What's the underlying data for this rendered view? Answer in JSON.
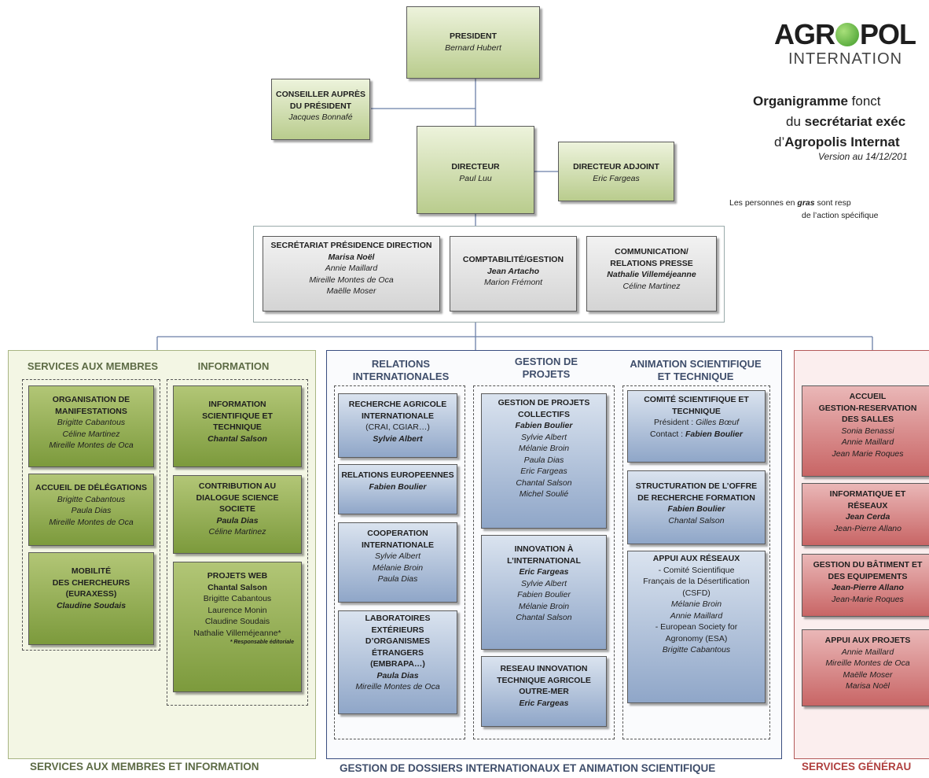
{
  "logo": {
    "text_left": "AGR",
    "text_right": "POL",
    "sub": "INTERNATION"
  },
  "title": {
    "l1_a": "Organigramme",
    "l1_b": " fonct",
    "l2_a": "du ",
    "l2_b": "secrétariat exéc",
    "l3_a": "d’",
    "l3_b": "Agropolis Internat",
    "version": "Version au 14/12/201",
    "note_a": "Les personnes en ",
    "note_b": "gras",
    "note_c": " sont resp",
    "note_2": "de l’action spécifique"
  },
  "top": {
    "president": {
      "title": "PRESIDENT",
      "name": "Bernard Hubert"
    },
    "conseiller": {
      "title1": "CONSEILLER AUPRÈS",
      "title2": "DU PRÉSIDENT",
      "name": "Jacques Bonnafé"
    },
    "directeur": {
      "title": "DIRECTEUR",
      "name": "Paul Luu"
    },
    "adjoint": {
      "title": "DIRECTEUR ADJOINT",
      "name": "Eric Fargeas"
    }
  },
  "admin": {
    "secretariat": {
      "title": "SECRÉTARIAT PRÉSIDENCE DIRECTION",
      "lead": "Marisa Noël",
      "members": [
        "Annie Maillard",
        "Mireille Montes de Oca",
        "Maëlle Moser"
      ]
    },
    "compta": {
      "title": "COMPTABILITÉ/GESTION",
      "lead": "Jean Artacho",
      "members": [
        "Marion Frémont"
      ]
    },
    "comm": {
      "title1": "COMMUNICATION/",
      "title2": "RELATIONS PRESSE",
      "lead": "Nathalie Villeméjeanne",
      "members": [
        "Céline Martinez"
      ]
    }
  },
  "membres": {
    "head_left": "SERVICES AUX MEMBRES",
    "head_right": "INFORMATION",
    "footer": "SERVICES AUX MEMBRES ET INFORMATION",
    "org": {
      "t1": "ORGANISATION DE",
      "t2": "MANIFESTATIONS",
      "members": [
        "Brigitte Cabantous",
        "Céline Martinez",
        "Mireille Montes de Oca"
      ]
    },
    "accueil": {
      "t1": "ACCUEIL DE DÉLÉGATIONS",
      "members": [
        "Brigitte Cabantous",
        "Paula Dias",
        "Mireille Montes de Oca"
      ]
    },
    "mobilite": {
      "t1": "MOBILITÉ",
      "t2": "DES CHERCHEURS",
      "t3": "(EURAXESS)",
      "lead": "Claudine Soudais"
    },
    "info_sci": {
      "t1": "INFORMATION",
      "t2": "SCIENTIFIQUE ET",
      "t3": "TECHNIQUE",
      "lead": "Chantal Salson"
    },
    "contrib": {
      "t1": "CONTRIBUTION AU",
      "t2": "DIALOGUE SCIENCE",
      "t3": "SOCIETE",
      "lead": "Paula Dias",
      "members": [
        "Céline Martinez"
      ]
    },
    "web": {
      "t1": "PROJETS WEB",
      "members": [
        "Chantal Salson",
        "Brigitte Cabantous",
        "Laurence Monin",
        "Claudine Soudais",
        "Nathalie Villeméjeanne*"
      ],
      "note": "* Responsable éditoriale"
    }
  },
  "dossiers": {
    "head_rel1": "RELATIONS",
    "head_rel2": "INTERNATIONALES",
    "head_gest1": "GESTION DE",
    "head_gest2": "PROJETS",
    "head_anim1": "ANIMATION SCIENTIFIQUE",
    "head_anim2": "ET TECHNIQUE",
    "footer": "GESTION DE DOSSIERS INTERNATIONAUX ET ANIMATION SCIENTIFIQUE",
    "recherche": {
      "t1": "RECHERCHE AGRICOLE",
      "t2": "INTERNATIONALE",
      "t3": "(CRAI, CGIAR…)",
      "lead": "Sylvie Albert"
    },
    "europe": {
      "t1": "RELATIONS EUROPEENNES",
      "lead": "Fabien Boulier"
    },
    "coop": {
      "t1": "COOPERATION",
      "t2": "INTERNATIONALE",
      "members": [
        "Sylvie Albert",
        "Mélanie Broin",
        "Paula Dias"
      ]
    },
    "labos": {
      "t1": "LABORATOIRES",
      "t2": "EXTÉRIEURS",
      "t3": "D’ORGANISMES",
      "t4": "ÉTRANGERS",
      "t5": "(EMBRAPA…)",
      "lead": "Paula Dias",
      "members": [
        "Mireille Montes de Oca"
      ]
    },
    "gestion": {
      "t1": "GESTION DE PROJETS",
      "t2": "COLLECTIFS",
      "lead": "Fabien Boulier",
      "members": [
        "Sylvie Albert",
        "Mélanie Broin",
        "Paula Dias",
        "Eric Fargeas",
        "Chantal Salson",
        "Michel Soulié"
      ]
    },
    "innovation": {
      "t1": "INNOVATION À",
      "t2": "L’INTERNATIONAL",
      "lead": "Eric Fargeas",
      "members": [
        "Sylvie Albert",
        "Fabien Boulier",
        "Mélanie Broin",
        "Chantal Salson"
      ]
    },
    "reseau": {
      "t1": "RESEAU INNOVATION",
      "t2": "TECHNIQUE AGRICOLE",
      "t3": "OUTRE-MER",
      "lead": "Eric Fargeas"
    },
    "comite": {
      "t1": "COMITÉ SCIENTIFIQUE ET",
      "t2": "TECHNIQUE",
      "pres_label": "Président : ",
      "pres_name": "Gilles Bœuf",
      "contact_label": "Contact : ",
      "contact_name": "Fabien Boulier"
    },
    "struct": {
      "t1": "STRUCTURATION DE L’OFFRE",
      "t2": "DE RECHERCHE FORMATION",
      "lead": "Fabien Boulier",
      "members": [
        "Chantal Salson"
      ]
    },
    "appui": {
      "t1": "APPUI AUX RÉSEAUX",
      "l1": "- Comité Scientifique",
      "l2": "Français de la Désertification",
      "l3": "(CSFD)",
      "m1": "Mélanie Broin",
      "m2": "Annie Maillard",
      "l4": "- European Society for",
      "l5": "Agronomy (ESA)",
      "m3": "Brigitte Cabantous"
    }
  },
  "generaux": {
    "footer": "SERVICES GÉNÉRAU",
    "accueil": {
      "t1": "ACCUEIL",
      "t2": "GESTION-RESERVATION",
      "t3": "DES SALLES",
      "members": [
        "Sonia Benassi",
        "Annie Maillard",
        "Jean Marie Roques"
      ]
    },
    "info": {
      "t1": "INFORMATIQUE ET",
      "t2": "RÉSEAUX",
      "lead": "Jean Cerda",
      "members": [
        "Jean-Pierre Allano"
      ]
    },
    "batiment": {
      "t1": "GESTION DU BÂTIMENT ET",
      "t2": "DES EQUIPEMENTS",
      "lead": "Jean-Pierre Allano",
      "members": [
        "Jean-Marie Roques"
      ]
    },
    "projets": {
      "t1": "APPUI AUX PROJETS",
      "members": [
        "Annie Maillard",
        "Mireille Montes de Oca",
        "Maëlle Moser",
        "Marisa Noël"
      ]
    }
  },
  "colors": {
    "green_panel": "#f3f6e4",
    "blue_border": "#3a4e80",
    "red_panel": "#fbeeee",
    "header_blue": "#3f4e6b"
  }
}
